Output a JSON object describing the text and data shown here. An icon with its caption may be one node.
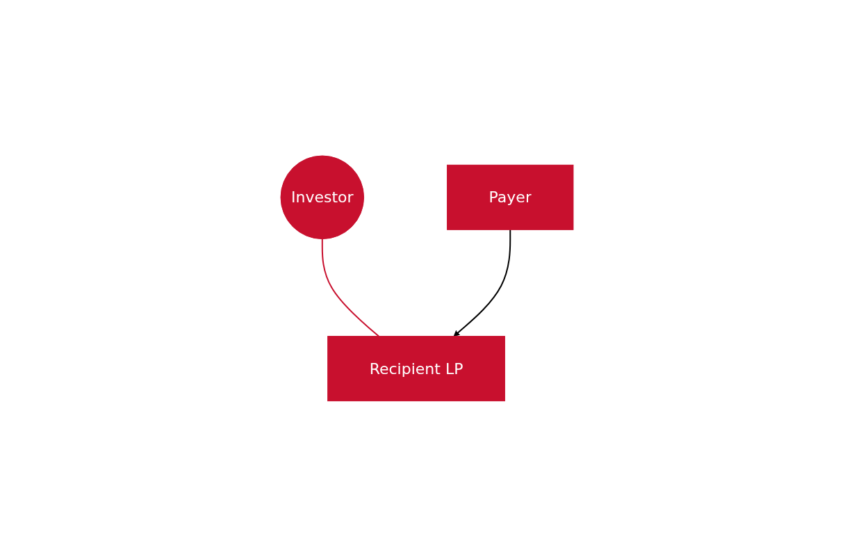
{
  "diagram": {
    "nodes": [
      {
        "text": [
          "Investor"
        ]
      },
      {
        "text": [
          "Payer"
        ]
      },
      {
        "text": [
          "Recipient LP"
        ]
      }
    ],
    "edges": [
      {
        "from": 0,
        "to": 2,
        "arrow": "none",
        "color": "#c8102e"
      },
      {
        "from": 1,
        "to": 2,
        "arrow": "to",
        "color": "#000000"
      }
    ]
  }
}
